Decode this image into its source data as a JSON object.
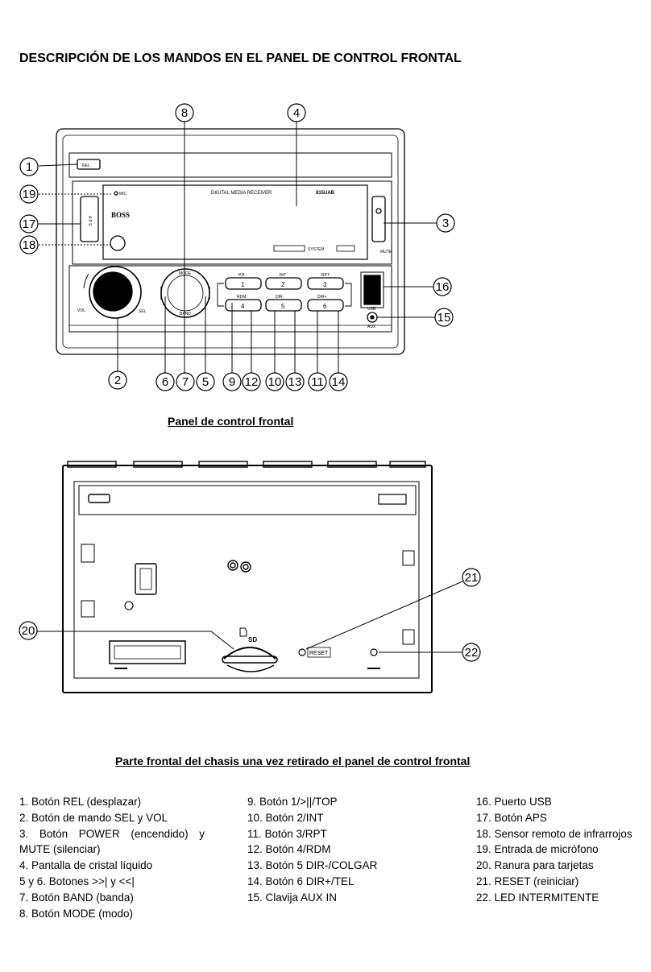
{
  "title": "DESCRIPCIÓN DE LOS MANDOS EN EL PANEL DE CONTROL FRONTAL",
  "captions": {
    "front_panel": "Panel de control frontal",
    "chassis": "Parte frontal del chasis una vez retirado el panel de control frontal"
  },
  "device_labels": {
    "rel": "REL",
    "mic": "MIC",
    "display": "DIGITAL MEDIA RECEIVER",
    "model": "815UAB",
    "system": "SYSTEM",
    "brand": "BOSS",
    "aps": "A P S",
    "mute": "MUTE",
    "vol": "VOL",
    "sel": "SEL",
    "mode": "MODE",
    "band": "BAND",
    "usb": "USB",
    "aux": "AUX",
    "sd": "SD",
    "reset": "RESET",
    "buttons": [
      {
        "num": "1",
        "tag": "P/II"
      },
      {
        "num": "2",
        "tag": "INT"
      },
      {
        "num": "3",
        "tag": "RPT"
      },
      {
        "num": "4",
        "tag": "RDM"
      },
      {
        "num": "5",
        "tag": "DIR-"
      },
      {
        "num": "6",
        "tag": "DIR+"
      }
    ]
  },
  "callouts": {
    "c1": "1",
    "c2": "2",
    "c3": "3",
    "c4": "4",
    "c5": "5",
    "c6": "6",
    "c7": "7",
    "c8": "8",
    "c9": "9",
    "c10": "10",
    "c11": "11",
    "c12": "12",
    "c13": "13",
    "c14": "14",
    "c15": "15",
    "c16": "16",
    "c17": "17",
    "c18": "18",
    "c19": "19",
    "c20": "20",
    "c21": "21",
    "c22": "22"
  },
  "legend": {
    "col1": [
      "1.    Botón REL (desplazar)",
      "2.    Botón de mando SEL y VOL",
      "3.|Botón|POWER|(encendido)|y",
      "MUTE (silenciar)",
      "4.    Pantalla de cristal líquido",
      "5 y 6. Botones >>| y <<|",
      "7.    Botón BAND (banda)",
      "8.    Botón MODE (modo)"
    ],
    "col2": [
      "9.    Botón 1/>||/TOP",
      "10. Botón 2/INT",
      "11. Botón 3/RPT",
      "12. Botón 4/RDM",
      "13. Botón 5 DIR-/COLGAR",
      "14. Botón 6 DIR+/TEL",
      "15. Clavija AUX IN"
    ],
    "col3": [
      "16. Puerto USB",
      "17. Botón APS",
      "18. Sensor remoto de infrarrojos",
      "19. Entrada de micrófono",
      "20. Ranura para tarjetas",
      "21. RESET (reiniciar)",
      "22. LED INTERMITENTE"
    ]
  }
}
